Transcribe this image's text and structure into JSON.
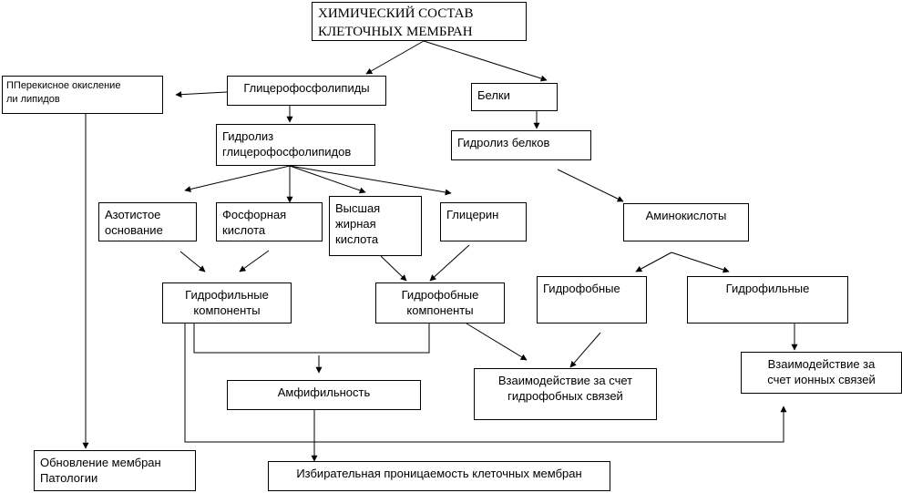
{
  "nodes": {
    "root": "ХИМИЧЕСКИЙ СОСТАВ\nКЛЕТОЧНЫХ МЕМБРАН",
    "peroxide": "ППерекисное окисление\nли              липидов",
    "glycerophospholipids": "Глицерофосфолипиды",
    "proteins": "Белки",
    "hydrolysis_lipids": "Гидролиз\nглицерофосфолипидов",
    "hydrolysis_proteins": "Гидролиз белков",
    "nitrogen_base": "Азотистое\nоснование",
    "phosphoric_acid": "Фосфорная\nкислота",
    "fatty_acid": "Высшая\nжирная\nкислота",
    "glycerol": "Глицерин",
    "amino_acids": "Аминокислоты",
    "hydrophilic_components": "Гидрофильные\nкомпоненты",
    "hydrophobic_components": "Гидрофобные\nкомпоненты",
    "hydrophobic": "Гидрофобные",
    "hydrophilic": "Гидрофильные",
    "hydrophobic_interaction": "Взаимодействие за счет\nгидрофобных связей",
    "ionic_interaction": "Взаимодействие за\nсчет ионных связей",
    "amphiphilicity": "Амфифильность",
    "renewal": "Обновление мембран\nПатологии",
    "selective_permeability": "Избирательная проницаемость клеточных мембран"
  }
}
